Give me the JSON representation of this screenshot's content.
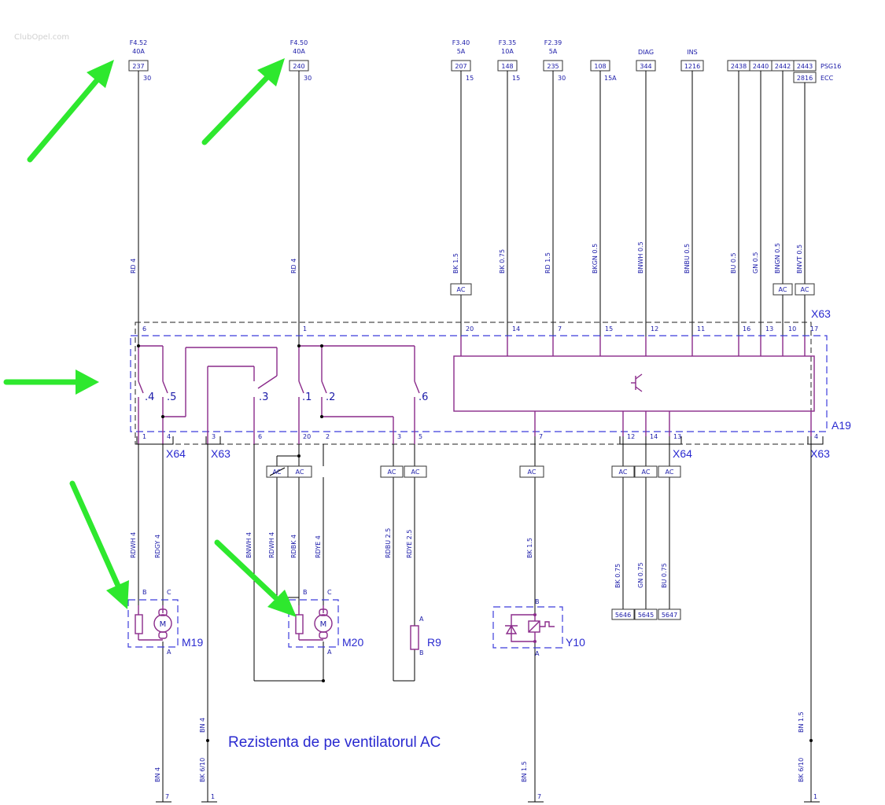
{
  "watermark": "ClubOpel.com",
  "fuses": [
    {
      "id": "fuse-f452",
      "name": "F4.52",
      "rating": "40A",
      "circuit": "237",
      "terminal": "30"
    },
    {
      "id": "fuse-f450",
      "name": "F4.50",
      "rating": "40A",
      "circuit": "240",
      "terminal": "30"
    },
    {
      "id": "fuse-f340",
      "name": "F3.40",
      "rating": "5A",
      "circuit": "207",
      "terminal": "15"
    },
    {
      "id": "fuse-f335",
      "name": "F3.35",
      "rating": "10A",
      "circuit": "148",
      "terminal": "15"
    },
    {
      "id": "fuse-f239",
      "name": "F2.39",
      "rating": "5A",
      "circuit": "235",
      "terminal": "30"
    }
  ],
  "top_refs": [
    {
      "circuit": "108",
      "terminal": "15A"
    },
    {
      "label": "DIAG",
      "circuit": "344"
    },
    {
      "label": "INS",
      "circuit": "1216"
    }
  ],
  "bus_refs": {
    "circuits": [
      "2438",
      "2440",
      "2442",
      "2443"
    ],
    "ecc_circuit": "2816",
    "psg_label": "PSG16",
    "ecc_label": "ECC"
  },
  "wire_labels_top": [
    "RD 4",
    "RD 4",
    "BK 1.5",
    "BK 0.75",
    "RD 1.5",
    "BKGN 0.5",
    "BNWH 0.5",
    "BNBU 0.5",
    "BU 0.5",
    "GN 0.5",
    "BNGN 0.5",
    "BNVT 0.5"
  ],
  "connector_tag": "AC",
  "x63_pins_top": [
    "6",
    "1",
    "20",
    "14",
    "7",
    "15",
    "12",
    "11",
    "16",
    "13",
    "10",
    "17"
  ],
  "relay_contacts": [
    ".4",
    ".5",
    ".3",
    ".1",
    ".2",
    ".6"
  ],
  "components": {
    "a19": "A19",
    "x63": "X63",
    "x64": "X64",
    "m19": "M19",
    "m20": "M20",
    "r9": "R9",
    "y10": "Y10",
    "motor": "M"
  },
  "bottom_pins": [
    {
      "pin": "1",
      "conn": "X64"
    },
    {
      "pin": "4",
      "conn": "X64"
    },
    {
      "pin": "3",
      "conn": "X63"
    },
    {
      "pin": "6",
      "conn": "X64"
    },
    {
      "pin": "20",
      "conn": "X64"
    },
    {
      "pin": "2",
      "conn": "X64"
    },
    {
      "pin": "3",
      "conn": "X64"
    },
    {
      "pin": "5",
      "conn": "X64"
    },
    {
      "pin": "7",
      "conn": "X64"
    },
    {
      "pin": "12",
      "conn": "X64"
    },
    {
      "pin": "14",
      "conn": "X64"
    },
    {
      "pin": "13",
      "conn": "X64"
    },
    {
      "pin": "4",
      "conn": "X63"
    }
  ],
  "wire_labels_mid": [
    "RDWH 4",
    "RDGY 4",
    "BNWH 4",
    "RDWH 4",
    "RDBK 4",
    "RDYE 4",
    "RDBU 2.5",
    "RDYE 2.5",
    "BK 1.5",
    "BK 0.75",
    "GN 0.75",
    "BU 0.75"
  ],
  "bottom_refs": [
    "5646",
    "5645",
    "5647"
  ],
  "terminal_letters": {
    "a": "A",
    "b": "B",
    "c": "C"
  },
  "ground_wires": [
    "BN 4",
    "BN 4",
    "BK 6/10",
    "BN 1.5",
    "BN 1.5",
    "BK 6/10"
  ],
  "ground_pins": [
    "7",
    "1",
    "7",
    "1"
  ],
  "caption": "Rezistenta de pe ventilatorul AC"
}
